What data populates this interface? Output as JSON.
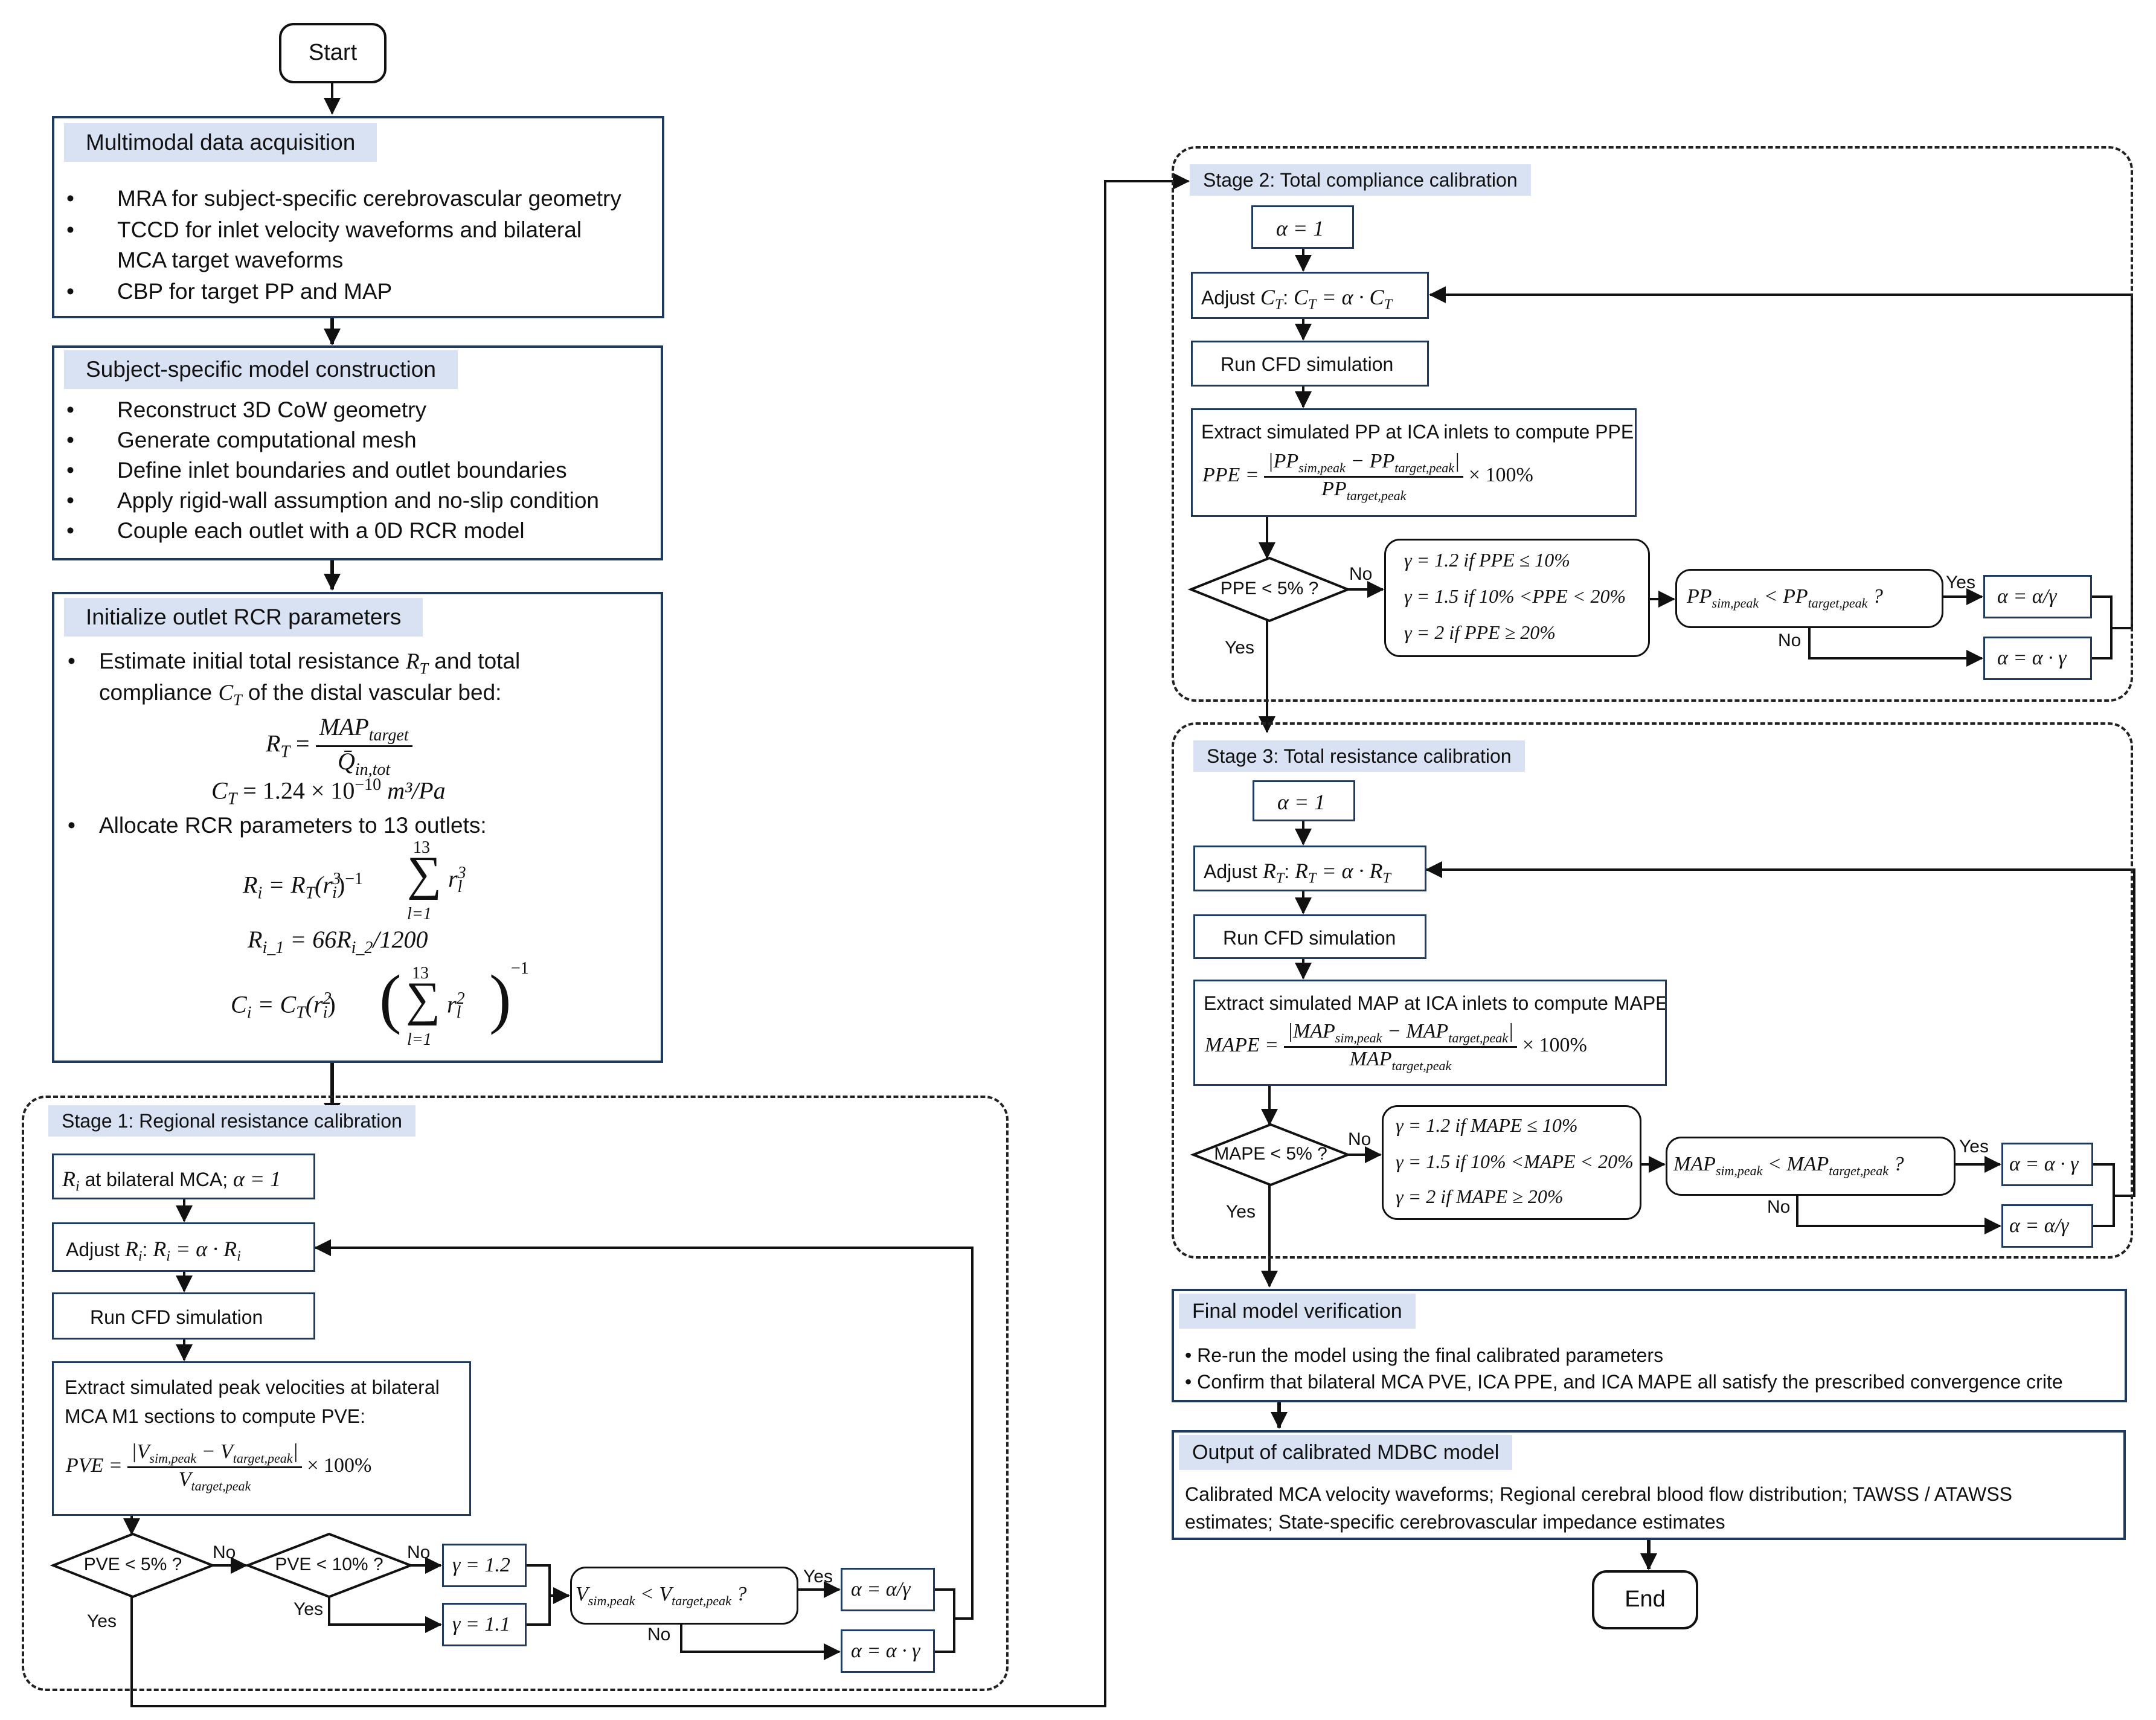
{
  "start": "Start",
  "end": "End",
  "acquisition": {
    "title": "Multimodal data acquisition",
    "bullet": "•",
    "items": [
      "MRA for subject-specific cerebrovascular geometry",
      "TCCD for inlet velocity waveforms and bilateral",
      "MCA target waveforms",
      "CBP for target PP and MAP"
    ]
  },
  "construction": {
    "title": "Subject-specific model construction",
    "items": [
      "Reconstruct 3D CoW geometry",
      "Generate computational mesh",
      "Define inlet boundaries and outlet boundaries",
      "Apply rigid-wall assumption and no-slip condition",
      "Couple each outlet with a 0D RCR model"
    ]
  },
  "init": {
    "title": "Initialize outlet RCR parameters",
    "line1a": "Estimate initial total resistance ",
    "line1b": " and total",
    "line2a": "compliance ",
    "line2b": " of the distal vascular bed:",
    "rt_lhs": "R",
    "rt_lhs_sub": "T",
    "rt_num": "MAP",
    "rt_num_sub": "target",
    "rt_den": "Q̄",
    "rt_den_sub": "in,tot",
    "ct_eq": "C",
    "ct_sub": "T",
    "ct_rhs": " = 1.24 × 10",
    "ct_exp": "−10",
    "ct_unit": " m³/Pa",
    "allocate": "Allocate RCR parameters to 13 outlets:",
    "ri_eq": "R",
    "ri_sub": "i",
    "ri_rhs": " = R",
    "ri_rhs_sub": "T",
    "ri_r3": "(r",
    "ri_r3_sub": "i",
    "ri_r3_sup": "3",
    "ri_close": ")",
    "ri_inv": "−1",
    "sum": "∑",
    "sum_top": "13",
    "sum_bot": "l=1",
    "ri_term": "r",
    "ri_term_sub": "l",
    "ri_term_sup": "3",
    "ri1_eq": "R",
    "ri1_sub": "i_1",
    "ri1_rhs": " = 66R",
    "ri1_rhs_sub": "i_2",
    "ri1_tail": "/1200",
    "ci_eq": "C",
    "ci_sub": "i",
    "ci_rhs": " = C",
    "ci_rhs_sub": "T",
    "ci_r2": "(r",
    "ci_r2_sub": "i",
    "ci_r2_sup": "2",
    "ci_close": ")",
    "ci_lparen": "(",
    "ci_rparen": ")",
    "ci_inv": "−1",
    "ci_term": "r",
    "ci_term_sub": "l",
    "ci_term_sup": "2"
  },
  "stage1": {
    "title": "Stage 1: Regional resistance calibration",
    "ri_label": "R",
    "ri_label_sub": "i",
    "ri_label_rest": " at bilateral MCA; ",
    "alpha_eq": "α = 1",
    "adjust": "Adjust ",
    "adjust_var": "R",
    "adjust_sub": "i",
    "adjust_colon": ":  ",
    "adjust_formula": "R",
    "adjust_formula_sub": "i",
    "adjust_formula_rhs": " = α · R",
    "adjust_formula_rhs_sub": "i",
    "run": "Run CFD simulation",
    "extract_line1": "Extract simulated peak velocities at bilateral",
    "extract_line2": "MCA M1 sections to compute PVE:",
    "pve_lhs": "PVE = ",
    "pve_num_a": "V",
    "pve_num_a_sub": "sim,peak",
    "pve_num_mid": " − V",
    "pve_num_b_sub": "target,peak",
    "pve_den": "V",
    "pve_den_sub": "target,peak",
    "pve_tail": " × 100%",
    "dec1": "PVE < 5% ?",
    "dec2": "PVE < 10% ?",
    "g1": "γ = 1.2",
    "g2": "γ = 1.1",
    "cmp_a": "V",
    "cmp_a_sub": "sim,peak",
    "cmp_mid": " < V",
    "cmp_b_sub": "target,peak",
    "cmp_q": " ?",
    "out_div": "α = α/γ",
    "out_mul": "α = α · γ",
    "yes": "Yes",
    "no": "No"
  },
  "stage2": {
    "title": "Stage 2: Total compliance calibration",
    "alpha_eq": "α = 1",
    "adjust": "Adjust ",
    "adjust_var": "C",
    "adjust_sub": "T",
    "adjust_colon": ":  ",
    "adjust_formula": "C",
    "adjust_formula_sub": "T",
    "adjust_formula_rhs": " = α · C",
    "adjust_formula_rhs_sub": "T",
    "run": "Run CFD simulation",
    "extract": "Extract simulated PP at ICA inlets to compute PPE:",
    "ppe_lhs": "PPE = ",
    "ppe_num_a": "PP",
    "ppe_num_a_sub": "sim,peak",
    "ppe_num_mid": " − PP",
    "ppe_num_b_sub": "target,peak",
    "ppe_den": "PP",
    "ppe_den_sub": "target,peak",
    "ppe_tail": " × 100%",
    "dec": "PPE < 5% ?",
    "gamma_lines": [
      "γ = 1.2 if PPE ≤ 10%",
      "γ = 1.5 if 10% <PPE < 20%",
      "γ = 2 if PPE ≥ 20%"
    ],
    "cmp_a": "PP",
    "cmp_a_sub": "sim,peak",
    "cmp_mid": " < PP",
    "cmp_b_sub": "target,peak",
    "cmp_q": " ?",
    "out_div": "α = α/γ",
    "out_mul": "α = α · γ",
    "yes": "Yes",
    "no": "No"
  },
  "stage3": {
    "title": "Stage 3: Total resistance calibration",
    "alpha_eq": "α = 1",
    "adjust": "Adjust ",
    "adjust_var": "R",
    "adjust_sub": "T",
    "adjust_colon": ":  ",
    "adjust_formula": "R",
    "adjust_formula_sub": "T",
    "adjust_formula_rhs": " = α · R",
    "adjust_formula_rhs_sub": "T",
    "run": "Run CFD simulation",
    "extract": "Extract simulated MAP at ICA inlets to compute MAPE:",
    "mape_lhs": "MAPE = ",
    "mape_num_a": "MAP",
    "mape_num_a_sub": "sim,peak",
    "mape_num_mid": " − MAP",
    "mape_num_b_sub": "target,peak",
    "mape_den": "MAP",
    "mape_den_sub": "target,peak",
    "mape_tail": " × 100%",
    "dec": "MAPE < 5% ?",
    "gamma_lines": [
      "γ = 1.2 if MAPE ≤ 10%",
      "γ = 1.5 if 10% <MAPE < 20%",
      "γ = 2 if MAPE ≥ 20%"
    ],
    "cmp_a": "MAP",
    "cmp_a_sub": "sim,peak",
    "cmp_mid": " < MAP",
    "cmp_b_sub": "target,peak",
    "cmp_q": " ?",
    "out_mul": "α = α · γ",
    "out_div": "α = α/γ",
    "yes": "Yes",
    "no": "No"
  },
  "verification": {
    "title": "Final model verification",
    "lines": [
      "• Re-run the model using the final calibrated parameters",
      "• Confirm that bilateral MCA PVE, ICA PPE, and ICA MAPE all satisfy the prescribed convergence crite"
    ]
  },
  "output": {
    "title": "Output of calibrated MDBC model",
    "lines": [
      "Calibrated MCA velocity waveforms; Regional cerebral blood flow distribution; TAWSS / ATAWSS",
      "estimates; State-specific cerebrovascular impedance estimates"
    ]
  }
}
